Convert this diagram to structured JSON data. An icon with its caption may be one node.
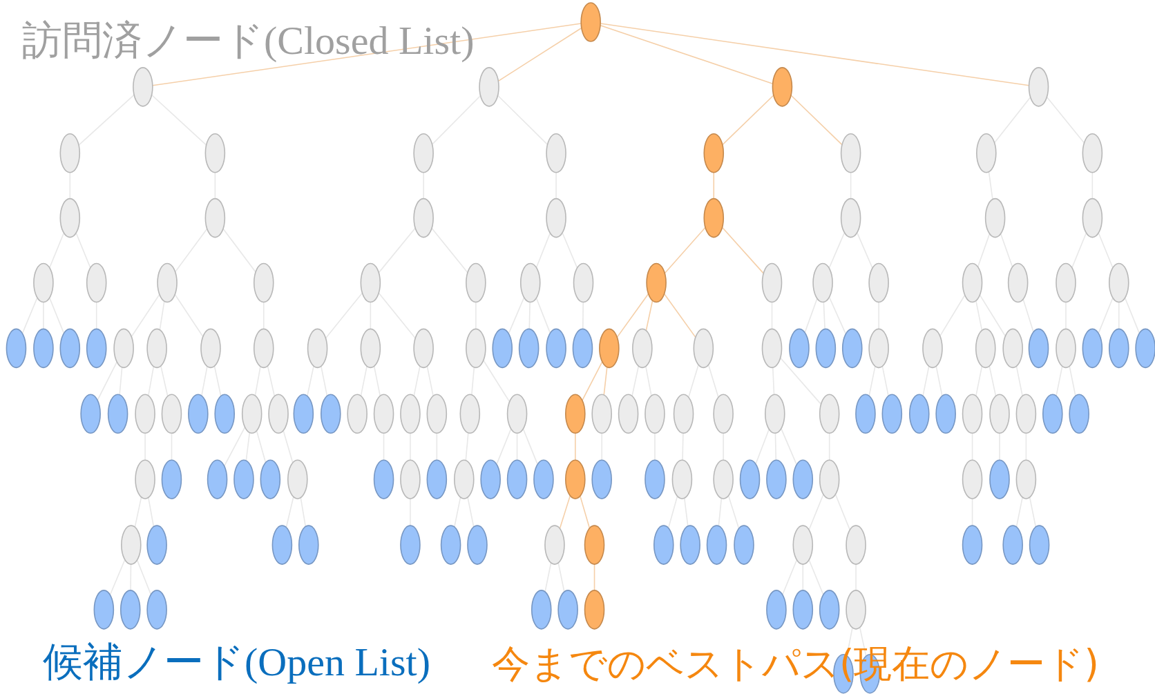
{
  "diagram": {
    "nodes": [
      {
        "text": [],
        "shape": "ellipse"
      },
      {
        "text": [],
        "shape": "ellipse"
      },
      {
        "text": [],
        "shape": "ellipse"
      },
      {
        "text": [],
        "shape": "ellipse"
      },
      {
        "text": [],
        "shape": "ellipse"
      },
      {
        "text": [],
        "shape": "ellipse"
      },
      {
        "text": [],
        "shape": "ellipse"
      },
      {
        "text": [],
        "shape": "ellipse"
      },
      {
        "text": [],
        "shape": "ellipse"
      },
      {
        "text": [],
        "shape": "ellipse"
      },
      {
        "text": [],
        "shape": "ellipse"
      },
      {
        "text": [],
        "shape": "ellipse"
      },
      {
        "text": [],
        "shape": "ellipse"
      },
      {
        "text": [],
        "shape": "ellipse"
      },
      {
        "text": [],
        "shape": "ellipse"
      },
      {
        "text": [],
        "shape": "ellipse"
      },
      {
        "text": [],
        "shape": "ellipse"
      },
      {
        "text": [],
        "shape": "ellipse"
      },
      {
        "text": [],
        "shape": "ellipse"
      },
      {
        "text": [],
        "shape": "ellipse"
      },
      {
        "text": [],
        "shape": "ellipse"
      },
      {
        "text": [],
        "shape": "ellipse"
      },
      {
        "text": [],
        "shape": "ellipse"
      },
      {
        "text": [],
        "shape": "ellipse"
      },
      {
        "text": [],
        "shape": "ellipse"
      },
      {
        "text": [],
        "shape": "ellipse"
      },
      {
        "text": [],
        "shape": "ellipse"
      },
      {
        "text": [],
        "shape": "ellipse"
      },
      {
        "text": [],
        "shape": "ellipse"
      },
      {
        "text": [],
        "shape": "ellipse"
      },
      {
        "text": [],
        "shape": "ellipse"
      },
      {
        "text": [],
        "shape": "ellipse"
      },
      {
        "text": [],
        "shape": "ellipse"
      },
      {
        "text": [],
        "shape": "ellipse"
      },
      {
        "text": [],
        "shape": "ellipse"
      },
      {
        "text": [],
        "shape": "ellipse"
      },
      {
        "text": [],
        "shape": "ellipse"
      },
      {
        "text": [],
        "shape": "ellipse"
      },
      {
        "text": [],
        "shape": "ellipse"
      },
      {
        "text": [],
        "shape": "ellipse"
      },
      {
        "text": [],
        "shape": "ellipse"
      },
      {
        "text": [],
        "shape": "ellipse"
      },
      {
        "text": [],
        "shape": "ellipse"
      },
      {
        "text": [],
        "shape": "ellipse"
      },
      {
        "text": [],
        "shape": "ellipse"
      },
      {
        "text": [],
        "shape": "ellipse"
      },
      {
        "text": [],
        "shape": "ellipse"
      },
      {
        "text": [],
        "shape": "ellipse"
      },
      {
        "text": [],
        "shape": "ellipse"
      },
      {
        "text": [],
        "shape": "ellipse"
      },
      {
        "text": [],
        "shape": "ellipse"
      },
      {
        "text": [],
        "shape": "ellipse"
      },
      {
        "text": [],
        "shape": "ellipse"
      },
      {
        "text": [],
        "shape": "ellipse"
      },
      {
        "text": [],
        "shape": "ellipse"
      },
      {
        "text": [],
        "shape": "ellipse"
      },
      {
        "text": [],
        "shape": "ellipse"
      },
      {
        "text": [],
        "shape": "ellipse"
      },
      {
        "text": [],
        "shape": "ellipse"
      },
      {
        "text": [],
        "shape": "ellipse"
      },
      {
        "text": [],
        "shape": "ellipse"
      },
      {
        "text": [],
        "shape": "ellipse"
      },
      {
        "text": [],
        "shape": "ellipse"
      },
      {
        "text": [],
        "shape": "ellipse"
      },
      {
        "text": [],
        "shape": "ellipse"
      },
      {
        "text": [],
        "shape": "ellipse"
      },
      {
        "text": [],
        "shape": "ellipse"
      },
      {
        "text": [],
        "shape": "ellipse"
      },
      {
        "text": [],
        "shape": "ellipse"
      },
      {
        "text": [],
        "shape": "ellipse"
      },
      {
        "text": [],
        "shape": "ellipse"
      },
      {
        "text": [],
        "shape": "ellipse"
      },
      {
        "text": [],
        "shape": "ellipse"
      },
      {
        "text": [],
        "shape": "ellipse"
      },
      {
        "text": [],
        "shape": "ellipse"
      },
      {
        "text": [],
        "shape": "ellipse"
      },
      {
        "text": [],
        "shape": "ellipse"
      },
      {
        "text": [],
        "shape": "ellipse"
      },
      {
        "text": [],
        "shape": "ellipse"
      },
      {
        "text": [],
        "shape": "ellipse"
      },
      {
        "text": [],
        "shape": "ellipse"
      },
      {
        "text": [],
        "shape": "ellipse"
      },
      {
        "text": [],
        "shape": "ellipse"
      },
      {
        "text": [],
        "shape": "ellipse"
      },
      {
        "text": [],
        "shape": "ellipse"
      },
      {
        "text": [],
        "shape": "ellipse"
      },
      {
        "text": [],
        "shape": "ellipse"
      },
      {
        "text": [],
        "shape": "ellipse"
      },
      {
        "text": [],
        "shape": "ellipse"
      },
      {
        "text": [],
        "shape": "ellipse"
      },
      {
        "text": [],
        "shape": "ellipse"
      },
      {
        "text": [],
        "shape": "ellipse"
      },
      {
        "text": [],
        "shape": "ellipse"
      },
      {
        "text": [],
        "shape": "ellipse"
      },
      {
        "text": [],
        "shape": "ellipse"
      },
      {
        "text": [],
        "shape": "ellipse"
      },
      {
        "text": [],
        "shape": "ellipse"
      },
      {
        "text": [],
        "shape": "ellipse"
      },
      {
        "text": [],
        "shape": "ellipse"
      },
      {
        "text": [],
        "shape": "ellipse"
      },
      {
        "text": [],
        "shape": "ellipse"
      },
      {
        "text": [],
        "shape": "ellipse"
      },
      {
        "text": [],
        "shape": "ellipse"
      },
      {
        "text": [],
        "shape": "ellipse"
      },
      {
        "text": [],
        "shape": "ellipse"
      },
      {
        "text": [],
        "shape": "ellipse"
      },
      {
        "text": [],
        "shape": "ellipse"
      },
      {
        "text": [],
        "shape": "ellipse"
      },
      {
        "text": [],
        "shape": "ellipse"
      },
      {
        "text": [],
        "shape": "ellipse"
      },
      {
        "text": [],
        "shape": "ellipse"
      },
      {
        "text": [],
        "shape": "ellipse"
      },
      {
        "text": [],
        "shape": "ellipse"
      },
      {
        "text": [],
        "shape": "ellipse"
      },
      {
        "text": [],
        "shape": "ellipse"
      },
      {
        "text": [],
        "shape": "ellipse"
      },
      {
        "text": [],
        "shape": "ellipse"
      },
      {
        "text": [],
        "shape": "ellipse"
      },
      {
        "text": [],
        "shape": "ellipse"
      },
      {
        "text": [],
        "shape": "ellipse"
      },
      {
        "text": [],
        "shape": "ellipse"
      },
      {
        "text": [],
        "shape": "ellipse"
      },
      {
        "text": [],
        "shape": "ellipse"
      },
      {
        "text": [],
        "shape": "ellipse"
      },
      {
        "text": [],
        "shape": "ellipse"
      },
      {
        "text": [],
        "shape": "ellipse"
      },
      {
        "text": [],
        "shape": "ellipse"
      },
      {
        "text": [],
        "shape": "ellipse"
      },
      {
        "text": [],
        "shape": "ellipse"
      },
      {
        "text": [],
        "shape": "ellipse"
      },
      {
        "text": [],
        "shape": "ellipse"
      },
      {
        "text": [],
        "shape": "ellipse"
      },
      {
        "text": [],
        "shape": "ellipse"
      },
      {
        "text": [],
        "shape": "ellipse"
      },
      {
        "text": [],
        "shape": "ellipse"
      },
      {
        "text": [],
        "shape": "ellipse"
      },
      {
        "text": [],
        "shape": "ellipse"
      },
      {
        "text": [],
        "shape": "ellipse"
      },
      {
        "text": [],
        "shape": "ellipse"
      },
      {
        "text": [],
        "shape": "ellipse"
      },
      {
        "text": [],
        "shape": "ellipse"
      },
      {
        "text": [],
        "shape": "ellipse"
      },
      {
        "text": [],
        "shape": "ellipse"
      },
      {
        "text": [],
        "shape": "ellipse"
      },
      {
        "text": [],
        "shape": "ellipse"
      },
      {
        "text": [],
        "shape": "ellipse"
      },
      {
        "text": [],
        "shape": "ellipse"
      },
      {
        "text": [],
        "shape": "ellipse"
      },
      {
        "text": [],
        "shape": "ellipse"
      },
      {
        "text": [],
        "shape": "ellipse"
      },
      {
        "text": [],
        "shape": "ellipse"
      },
      {
        "text": [],
        "shape": "ellipse"
      },
      {
        "text": [],
        "shape": "ellipse"
      },
      {
        "text": [],
        "shape": "ellipse"
      },
      {
        "text": [],
        "shape": "ellipse"
      },
      {
        "text": [],
        "shape": "ellipse"
      },
      {
        "text": [],
        "shape": "ellipse"
      }
    ],
    "edges": [
      {
        "from": 0,
        "to": 1,
        "arrow": "none",
        "color": "#f5cfa8"
      },
      {
        "from": 0,
        "to": 2,
        "arrow": "none",
        "color": "#f5cfa8"
      },
      {
        "from": 0,
        "to": 3,
        "arrow": "none",
        "color": "#f5cfa8"
      },
      {
        "from": 0,
        "to": 4,
        "arrow": "none",
        "color": "#f5cfa8"
      },
      {
        "from": 1,
        "to": 5,
        "arrow": "none"
      },
      {
        "from": 1,
        "to": 6,
        "arrow": "none"
      },
      {
        "from": 5,
        "to": 13,
        "arrow": "none"
      },
      {
        "from": 6,
        "to": 14,
        "arrow": "none"
      },
      {
        "from": 13,
        "to": 21,
        "arrow": "none"
      },
      {
        "from": 13,
        "to": 22,
        "arrow": "none"
      },
      {
        "from": 14,
        "to": 23,
        "arrow": "none"
      },
      {
        "from": 14,
        "to": 24,
        "arrow": "none"
      },
      {
        "from": 21,
        "to": 37,
        "arrow": "none"
      },
      {
        "from": 21,
        "to": 38,
        "arrow": "none"
      },
      {
        "from": 21,
        "to": 39,
        "arrow": "none"
      },
      {
        "from": 22,
        "to": 40,
        "arrow": "none"
      },
      {
        "from": 23,
        "to": 41,
        "arrow": "none"
      },
      {
        "from": 23,
        "to": 42,
        "arrow": "none"
      },
      {
        "from": 23,
        "to": 43,
        "arrow": "none"
      },
      {
        "from": 24,
        "to": 44,
        "arrow": "none"
      },
      {
        "from": 41,
        "to": 69,
        "arrow": "none"
      },
      {
        "from": 41,
        "to": 70,
        "arrow": "none"
      },
      {
        "from": 42,
        "to": 71,
        "arrow": "none"
      },
      {
        "from": 42,
        "to": 72,
        "arrow": "none"
      },
      {
        "from": 43,
        "to": 73,
        "arrow": "none"
      },
      {
        "from": 43,
        "to": 74,
        "arrow": "none"
      },
      {
        "from": 44,
        "to": 75,
        "arrow": "none"
      },
      {
        "from": 44,
        "to": 76,
        "arrow": "none"
      },
      {
        "from": 71,
        "to": 102,
        "arrow": "none"
      },
      {
        "from": 72,
        "to": 103,
        "arrow": "none"
      },
      {
        "from": 75,
        "to": 104,
        "arrow": "none"
      },
      {
        "from": 75,
        "to": 105,
        "arrow": "none"
      },
      {
        "from": 75,
        "to": 106,
        "arrow": "none"
      },
      {
        "from": 76,
        "to": 107,
        "arrow": "none"
      },
      {
        "from": 102,
        "to": 127,
        "arrow": "none"
      },
      {
        "from": 102,
        "to": 128,
        "arrow": "none"
      },
      {
        "from": 107,
        "to": 129,
        "arrow": "none"
      },
      {
        "from": 107,
        "to": 130,
        "arrow": "none"
      },
      {
        "from": 127,
        "to": 145,
        "arrow": "none"
      },
      {
        "from": 127,
        "to": 146,
        "arrow": "none"
      },
      {
        "from": 127,
        "to": 147,
        "arrow": "none"
      },
      {
        "from": 2,
        "to": 7,
        "arrow": "none"
      },
      {
        "from": 2,
        "to": 8,
        "arrow": "none"
      },
      {
        "from": 7,
        "to": 15,
        "arrow": "none"
      },
      {
        "from": 8,
        "to": 16,
        "arrow": "none"
      },
      {
        "from": 15,
        "to": 25,
        "arrow": "none"
      },
      {
        "from": 15,
        "to": 26,
        "arrow": "none"
      },
      {
        "from": 16,
        "to": 27,
        "arrow": "none"
      },
      {
        "from": 16,
        "to": 28,
        "arrow": "none"
      },
      {
        "from": 25,
        "to": 45,
        "arrow": "none"
      },
      {
        "from": 25,
        "to": 46,
        "arrow": "none"
      },
      {
        "from": 25,
        "to": 47,
        "arrow": "none"
      },
      {
        "from": 26,
        "to": 48,
        "arrow": "none"
      },
      {
        "from": 27,
        "to": 49,
        "arrow": "none"
      },
      {
        "from": 27,
        "to": 50,
        "arrow": "none"
      },
      {
        "from": 27,
        "to": 51,
        "arrow": "none"
      },
      {
        "from": 28,
        "to": 52,
        "arrow": "none"
      },
      {
        "from": 45,
        "to": 77,
        "arrow": "none"
      },
      {
        "from": 45,
        "to": 78,
        "arrow": "none"
      },
      {
        "from": 46,
        "to": 79,
        "arrow": "none"
      },
      {
        "from": 46,
        "to": 80,
        "arrow": "none"
      },
      {
        "from": 47,
        "to": 81,
        "arrow": "none"
      },
      {
        "from": 47,
        "to": 82,
        "arrow": "none"
      },
      {
        "from": 48,
        "to": 83,
        "arrow": "none"
      },
      {
        "from": 48,
        "to": 84,
        "arrow": "none"
      },
      {
        "from": 80,
        "to": 108,
        "arrow": "none"
      },
      {
        "from": 81,
        "to": 109,
        "arrow": "none"
      },
      {
        "from": 82,
        "to": 110,
        "arrow": "none"
      },
      {
        "from": 83,
        "to": 111,
        "arrow": "none"
      },
      {
        "from": 84,
        "to": 112,
        "arrow": "none"
      },
      {
        "from": 84,
        "to": 113,
        "arrow": "none"
      },
      {
        "from": 84,
        "to": 114,
        "arrow": "none"
      },
      {
        "from": 109,
        "to": 131,
        "arrow": "none"
      },
      {
        "from": 111,
        "to": 132,
        "arrow": "none"
      },
      {
        "from": 111,
        "to": 133,
        "arrow": "none"
      },
      {
        "from": 3,
        "to": 9,
        "arrow": "none",
        "color": "#f5cfa8"
      },
      {
        "from": 3,
        "to": 10,
        "arrow": "none",
        "color": "#f5cfa8"
      },
      {
        "from": 9,
        "to": 17,
        "arrow": "none",
        "color": "#f5cfa8"
      },
      {
        "from": 10,
        "to": 18,
        "arrow": "none"
      },
      {
        "from": 17,
        "to": 29,
        "arrow": "none",
        "color": "#f5cfa8"
      },
      {
        "from": 17,
        "to": 30,
        "arrow": "none",
        "color": "#f5cfa8"
      },
      {
        "from": 18,
        "to": 31,
        "arrow": "none"
      },
      {
        "from": 18,
        "to": 32,
        "arrow": "none"
      },
      {
        "from": 29,
        "to": 53,
        "arrow": "none",
        "color": "#f5cfa8"
      },
      {
        "from": 29,
        "to": 54,
        "arrow": "none",
        "color": "#f5cfa8"
      },
      {
        "from": 29,
        "to": 55,
        "arrow": "none",
        "color": "#f5cfa8"
      },
      {
        "from": 30,
        "to": 56,
        "arrow": "none"
      },
      {
        "from": 31,
        "to": 57,
        "arrow": "none"
      },
      {
        "from": 31,
        "to": 58,
        "arrow": "none"
      },
      {
        "from": 31,
        "to": 59,
        "arrow": "none"
      },
      {
        "from": 32,
        "to": 60,
        "arrow": "none"
      },
      {
        "from": 53,
        "to": 85,
        "arrow": "none",
        "color": "#f5cfa8"
      },
      {
        "from": 53,
        "to": 86,
        "arrow": "none",
        "color": "#f5cfa8"
      },
      {
        "from": 54,
        "to": 87,
        "arrow": "none"
      },
      {
        "from": 54,
        "to": 88,
        "arrow": "none"
      },
      {
        "from": 55,
        "to": 89,
        "arrow": "none"
      },
      {
        "from": 55,
        "to": 90,
        "arrow": "none"
      },
      {
        "from": 56,
        "to": 91,
        "arrow": "none"
      },
      {
        "from": 56,
        "to": 92,
        "arrow": "none"
      },
      {
        "from": 60,
        "to": 93,
        "arrow": "none"
      },
      {
        "from": 60,
        "to": 94,
        "arrow": "none"
      },
      {
        "from": 85,
        "to": 115,
        "arrow": "none",
        "color": "#f5cfa8"
      },
      {
        "from": 86,
        "to": 116,
        "arrow": "none"
      },
      {
        "from": 88,
        "to": 117,
        "arrow": "none"
      },
      {
        "from": 89,
        "to": 118,
        "arrow": "none"
      },
      {
        "from": 90,
        "to": 119,
        "arrow": "none"
      },
      {
        "from": 91,
        "to": 120,
        "arrow": "none"
      },
      {
        "from": 91,
        "to": 121,
        "arrow": "none"
      },
      {
        "from": 91,
        "to": 122,
        "arrow": "none"
      },
      {
        "from": 92,
        "to": 123,
        "arrow": "none"
      },
      {
        "from": 115,
        "to": 134,
        "arrow": "none",
        "color": "#f5cfa8"
      },
      {
        "from": 115,
        "to": 135,
        "arrow": "none",
        "color": "#f5cfa8"
      },
      {
        "from": 118,
        "to": 136,
        "arrow": "none"
      },
      {
        "from": 118,
        "to": 137,
        "arrow": "none"
      },
      {
        "from": 119,
        "to": 138,
        "arrow": "none"
      },
      {
        "from": 119,
        "to": 139,
        "arrow": "none"
      },
      {
        "from": 123,
        "to": 140,
        "arrow": "none"
      },
      {
        "from": 123,
        "to": 141,
        "arrow": "none"
      },
      {
        "from": 134,
        "to": 148,
        "arrow": "none"
      },
      {
        "from": 134,
        "to": 149,
        "arrow": "none"
      },
      {
        "from": 135,
        "to": 150,
        "arrow": "none",
        "color": "#f5cfa8"
      },
      {
        "from": 140,
        "to": 151,
        "arrow": "none"
      },
      {
        "from": 140,
        "to": 152,
        "arrow": "none"
      },
      {
        "from": 140,
        "to": 153,
        "arrow": "none"
      },
      {
        "from": 141,
        "to": 154,
        "arrow": "none"
      },
      {
        "from": 154,
        "to": 155,
        "arrow": "none"
      },
      {
        "from": 154,
        "to": 156,
        "arrow": "none"
      },
      {
        "from": 4,
        "to": 11,
        "arrow": "none"
      },
      {
        "from": 4,
        "to": 12,
        "arrow": "none"
      },
      {
        "from": 11,
        "to": 19,
        "arrow": "none"
      },
      {
        "from": 12,
        "to": 20,
        "arrow": "none"
      },
      {
        "from": 19,
        "to": 33,
        "arrow": "none"
      },
      {
        "from": 19,
        "to": 34,
        "arrow": "none"
      },
      {
        "from": 20,
        "to": 35,
        "arrow": "none"
      },
      {
        "from": 20,
        "to": 36,
        "arrow": "none"
      },
      {
        "from": 33,
        "to": 61,
        "arrow": "none"
      },
      {
        "from": 33,
        "to": 62,
        "arrow": "none"
      },
      {
        "from": 33,
        "to": 63,
        "arrow": "none"
      },
      {
        "from": 34,
        "to": 64,
        "arrow": "none"
      },
      {
        "from": 35,
        "to": 65,
        "arrow": "none"
      },
      {
        "from": 36,
        "to": 66,
        "arrow": "none"
      },
      {
        "from": 36,
        "to": 67,
        "arrow": "none"
      },
      {
        "from": 36,
        "to": 68,
        "arrow": "none"
      },
      {
        "from": 61,
        "to": 95,
        "arrow": "none"
      },
      {
        "from": 61,
        "to": 96,
        "arrow": "none"
      },
      {
        "from": 62,
        "to": 97,
        "arrow": "none"
      },
      {
        "from": 62,
        "to": 98,
        "arrow": "none"
      },
      {
        "from": 63,
        "to": 99,
        "arrow": "none"
      },
      {
        "from": 65,
        "to": 100,
        "arrow": "none"
      },
      {
        "from": 65,
        "to": 101,
        "arrow": "none"
      },
      {
        "from": 97,
        "to": 124,
        "arrow": "none"
      },
      {
        "from": 98,
        "to": 125,
        "arrow": "none"
      },
      {
        "from": 99,
        "to": 126,
        "arrow": "none"
      },
      {
        "from": 124,
        "to": 142,
        "arrow": "none"
      },
      {
        "from": 126,
        "to": 143,
        "arrow": "none"
      },
      {
        "from": 126,
        "to": 144,
        "arrow": "none"
      }
    ],
    "legend": [
      {
        "text": "訪問済ノード(Closed List)",
        "color": "#a0a0a0"
      },
      {
        "text": "候補ノード(Open List)",
        "color": "#0a6ebd"
      },
      {
        "text": "今までのベストパス(現在のノード)",
        "color": "#f5870f"
      }
    ]
  }
}
